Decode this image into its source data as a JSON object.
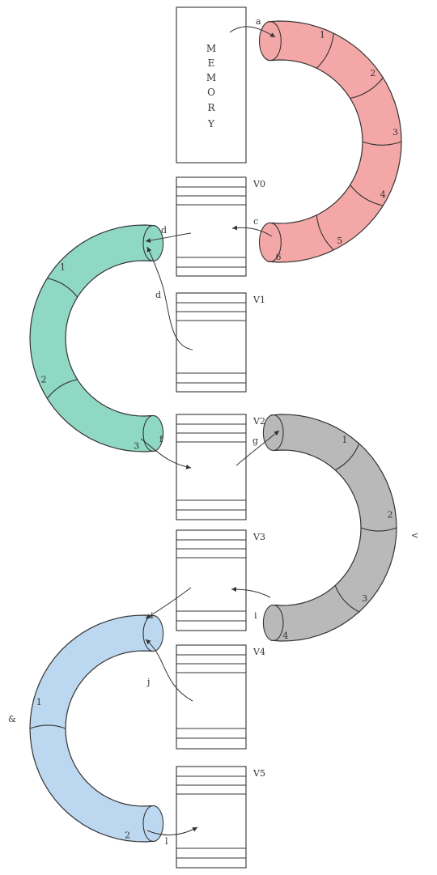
{
  "memory": {
    "letters": [
      "M",
      "E",
      "M",
      "O",
      "R",
      "Y"
    ]
  },
  "registers": [
    {
      "name": "V0"
    },
    {
      "name": "V1"
    },
    {
      "name": "V2"
    },
    {
      "name": "V3"
    },
    {
      "name": "V4"
    },
    {
      "name": "V5"
    }
  ],
  "pipelines": [
    {
      "color": "#f4a7a7",
      "stage_labels": [
        "1",
        "2",
        "3",
        "4",
        "5",
        "6"
      ]
    },
    {
      "color": "#8fd8c4",
      "stage_labels": [
        "1",
        "2",
        "3"
      ]
    },
    {
      "color": "#b9b9b9",
      "stage_labels": [
        "1",
        "2",
        "3",
        "4"
      ]
    },
    {
      "color": "#bcd8f0",
      "stage_labels": [
        "1",
        "2"
      ]
    }
  ],
  "arrow_labels": {
    "a": "a",
    "c": "c",
    "d": "d",
    "e": "d",
    "f": "f",
    "g": "g",
    "i_in": "i",
    "i_out": "i",
    "j": "j",
    "k": "&",
    "l": "l",
    "side": "<"
  }
}
